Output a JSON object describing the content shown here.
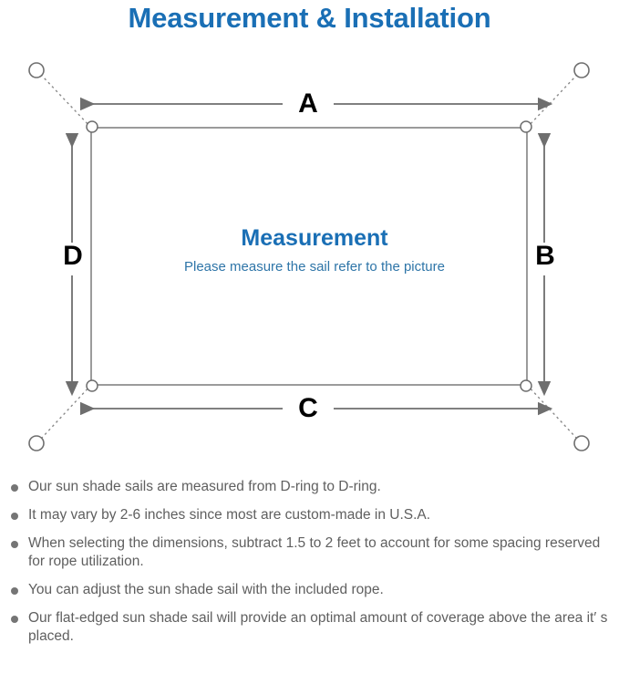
{
  "page": {
    "title": "Measurement & Installation",
    "title_color": "#1a6fb5"
  },
  "diagram": {
    "name": "sun-shade-sail-measurement-diagram",
    "center": {
      "heading": "Measurement",
      "subtitle": "Please measure the sail refer to the picture",
      "heading_color": "#1a6fb5",
      "subtitle_color": "#2e75a8"
    },
    "dimension_labels": {
      "top": "A",
      "right": "B",
      "bottom": "C",
      "left": "D"
    },
    "label_color": "#000000",
    "line_color": "#6e6e6e",
    "sail_stroke_color": "#7a7a7a",
    "anchor_ring_count": 4,
    "d_ring_count": 4,
    "rope_style": "dotted"
  },
  "notes": {
    "items": [
      "Our sun shade sails are measured from D-ring to D-ring.",
      "It may vary by 2-6 inches since most are custom-made in U.S.A.",
      "When selecting the dimensions, subtract 1.5 to 2 feet to account for some spacing reserved for rope utilization.",
      "You can adjust the sun shade sail with the included rope.",
      "Our flat-edged sun shade sail will provide an optimal amount of coverage above the area it′ s placed."
    ],
    "bullet_color": "#757575",
    "text_color": "#5f5f5f"
  }
}
